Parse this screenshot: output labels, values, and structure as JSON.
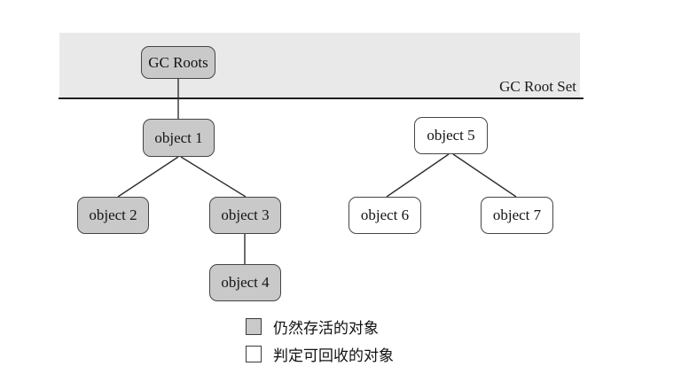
{
  "banner": {
    "label": "GC Root Set",
    "fill": "#e9e9e9"
  },
  "nodes": [
    {
      "id": "gc-roots",
      "label": "GC Roots",
      "state": "alive"
    },
    {
      "id": "object-1",
      "label": "object 1",
      "state": "alive"
    },
    {
      "id": "object-2",
      "label": "object 2",
      "state": "alive"
    },
    {
      "id": "object-3",
      "label": "object 3",
      "state": "alive"
    },
    {
      "id": "object-4",
      "label": "object 4",
      "state": "alive"
    },
    {
      "id": "object-5",
      "label": "object 5",
      "state": "reclaimable"
    },
    {
      "id": "object-6",
      "label": "object 6",
      "state": "reclaimable"
    },
    {
      "id": "object-7",
      "label": "object 7",
      "state": "reclaimable"
    }
  ],
  "edges": [
    [
      "gc-roots",
      "object-1"
    ],
    [
      "object-1",
      "object-2"
    ],
    [
      "object-1",
      "object-3"
    ],
    [
      "object-3",
      "object-4"
    ],
    [
      "object-5",
      "object-6"
    ],
    [
      "object-5",
      "object-7"
    ]
  ],
  "legend": [
    {
      "state": "alive",
      "color": "#c9c9c9",
      "label": "仍然存活的对象"
    },
    {
      "state": "reclaimable",
      "color": "#ffffff",
      "label": "判定可回收的对象"
    }
  ],
  "colors": {
    "alive_fill": "#c9c9c9",
    "reclaimable_fill": "#ffffff",
    "banner_fill": "#e9e9e9",
    "node_border": "#454545",
    "edge_line": "#2f2f2f"
  }
}
